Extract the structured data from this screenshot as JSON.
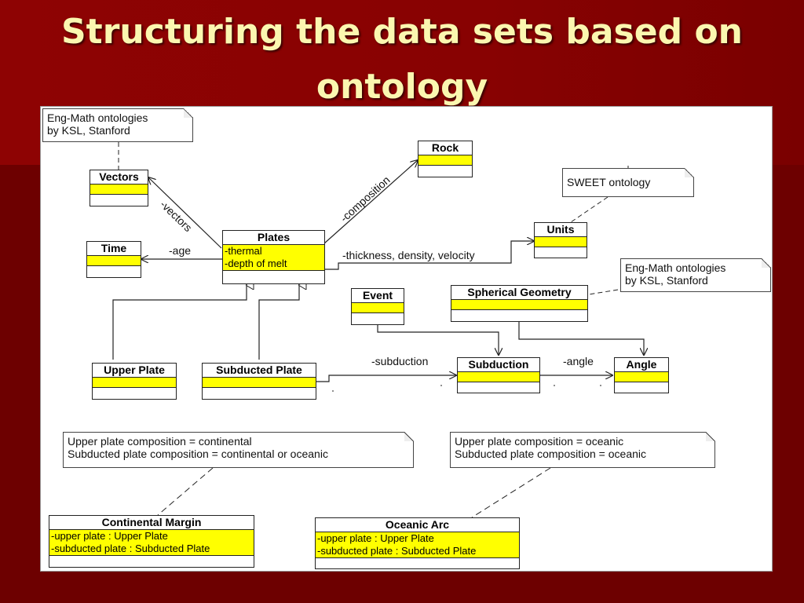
{
  "slide": {
    "title": "Structuring the data sets based on ontology"
  },
  "notes": {
    "engmath_top": [
      "Eng-Math ontologies",
      "by KSL, Stanford"
    ],
    "sweet": [
      "SWEET ontology"
    ],
    "engmath_right": [
      "Eng-Math ontologies",
      "by KSL, Stanford"
    ],
    "continental": [
      "Upper plate composition = continental",
      "Subducted plate composition = continental or oceanic"
    ],
    "oceanic": [
      "Upper plate composition = oceanic",
      "Subducted plate composition = oceanic"
    ]
  },
  "classes": {
    "vectors": {
      "name": "Vectors",
      "attrs": []
    },
    "rock": {
      "name": "Rock",
      "attrs": []
    },
    "time": {
      "name": "Time",
      "attrs": []
    },
    "plates": {
      "name": "Plates",
      "attrs": [
        "-thermal",
        "-depth of melt"
      ]
    },
    "units": {
      "name": "Units",
      "attrs": []
    },
    "event": {
      "name": "Event",
      "attrs": []
    },
    "spherical": {
      "name": "Spherical Geometry",
      "attrs": []
    },
    "upper_plate": {
      "name": "Upper Plate",
      "attrs": []
    },
    "subducted_plate": {
      "name": "Subducted Plate",
      "attrs": []
    },
    "subduction": {
      "name": "Subduction",
      "attrs": []
    },
    "angle": {
      "name": "Angle",
      "attrs": []
    },
    "continental_margin": {
      "name": "Continental Margin",
      "attrs": [
        "-upper plate : Upper Plate",
        "-subducted plate : Subducted Plate"
      ]
    },
    "oceanic_arc": {
      "name": "Oceanic Arc",
      "attrs": [
        "-upper plate : Upper Plate",
        "-subducted plate : Subducted Plate"
      ]
    }
  },
  "labels": {
    "vectors": "-vectors",
    "composition": "-composition",
    "age": "-age",
    "thickness": "-thickness, density, velocity",
    "subduction": "-subduction",
    "angle": "-angle"
  },
  "colors": {
    "slide_background": "#7a0000",
    "title_text": "#fbf7b0",
    "attribute_fill": "#ffff00"
  }
}
